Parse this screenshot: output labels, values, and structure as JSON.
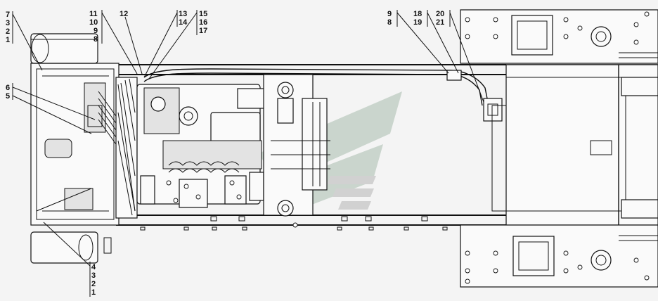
{
  "callouts": {
    "top_left": [
      "7",
      "3",
      "2",
      "1"
    ],
    "left_mid": [
      "6",
      "5"
    ],
    "bottom_left": [
      "4",
      "3",
      "2",
      "1"
    ],
    "fan_group": [
      "11",
      "10",
      "9",
      "8"
    ],
    "fan_single": "12",
    "hose_group_a": [
      "13",
      "14"
    ],
    "hose_group_b": [
      "15",
      "16",
      "17"
    ],
    "rear_group_a": [
      "9",
      "8"
    ],
    "rear_group_b": [
      "18",
      "19"
    ],
    "rear_group_c": [
      "20",
      "21"
    ]
  },
  "colors": {
    "line": "#111111",
    "background": "#f4f4f4",
    "watermark": "#9fb3a3"
  },
  "watermark_icon": "chevron-wing-logo"
}
